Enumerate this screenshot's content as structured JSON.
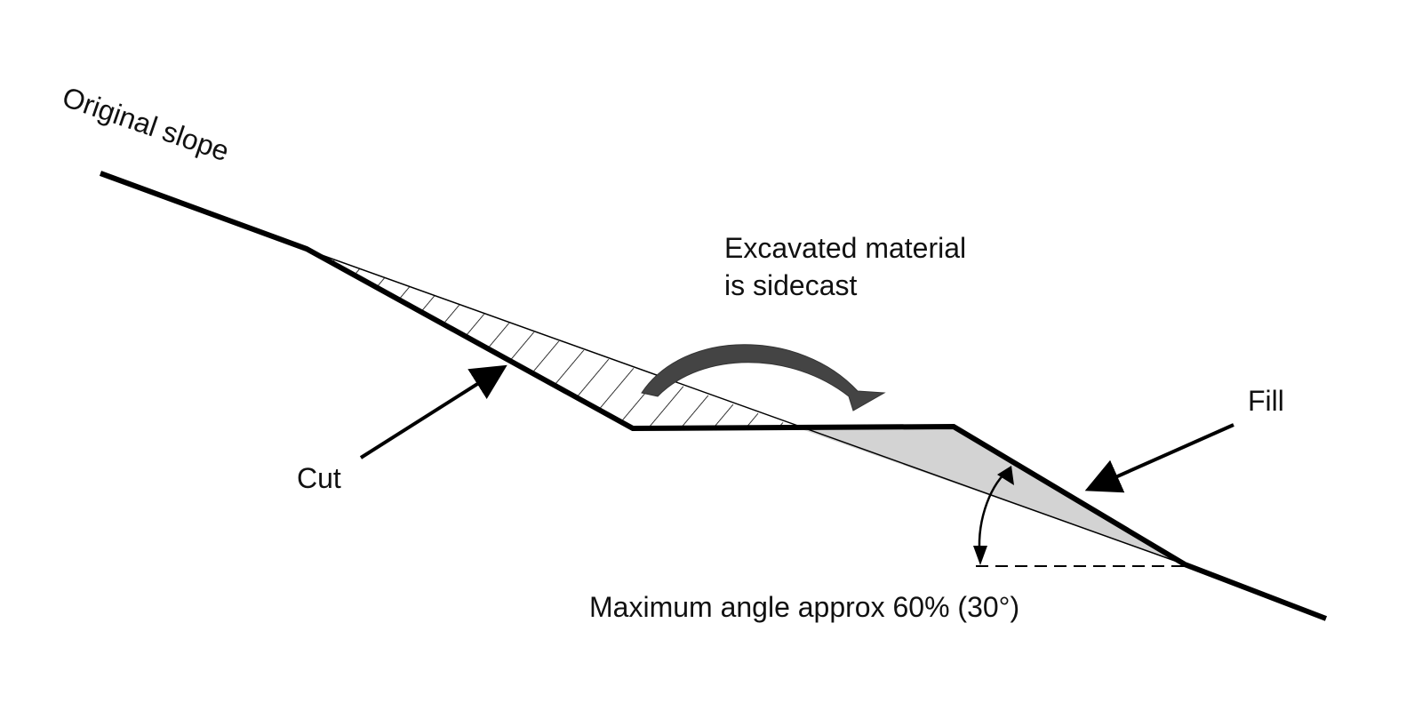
{
  "labels": {
    "original_slope": "Original slope",
    "excavated_line1": "Excavated material",
    "excavated_line2": "is sidecast",
    "fill": "Fill",
    "cut": "Cut",
    "max_angle": "Maximum angle approx 60% (30°)"
  },
  "colors": {
    "line": "#000000",
    "fill_area": "#d3d3d3",
    "sidecast_arrow": "#444444",
    "text": "#111111"
  }
}
